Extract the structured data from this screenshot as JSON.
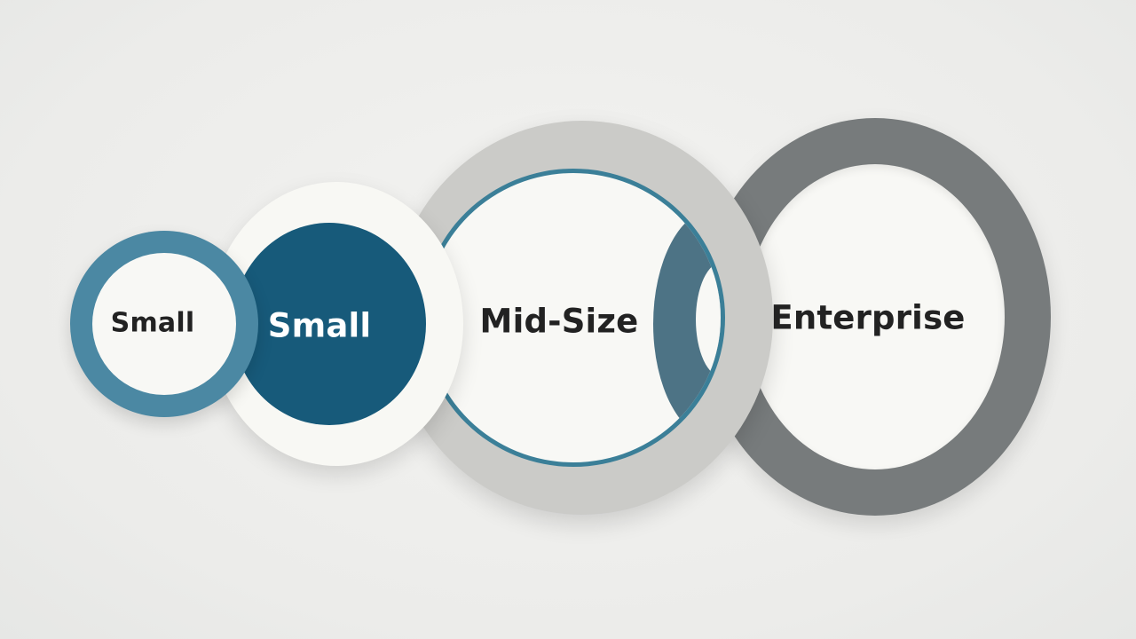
{
  "diagram": {
    "type": "segment-size-circles",
    "background": "#eeeeec",
    "segments": [
      {
        "id": "small-1",
        "label": "Small",
        "style": "ring",
        "ring_color": "#4b88a3",
        "fill": "#f8f8f5",
        "text_color": "#222222"
      },
      {
        "id": "small-2",
        "label": "Small",
        "style": "filled",
        "fill": "#175a7a",
        "halo": "#f8f8f4",
        "text_color": "#ffffff"
      },
      {
        "id": "mid-size",
        "label": "Mid-Size",
        "style": "ring",
        "ring_color": "#c9c9c6",
        "inner_stroke": "#3b7f98",
        "accent": "#4d7385",
        "fill": "#f8f8f5",
        "text_color": "#222222"
      },
      {
        "id": "enterprise",
        "label": "Enterprise",
        "style": "ring",
        "ring_color": "#777b7c",
        "fill": "#f8f8f5",
        "text_color": "#222222"
      }
    ]
  }
}
